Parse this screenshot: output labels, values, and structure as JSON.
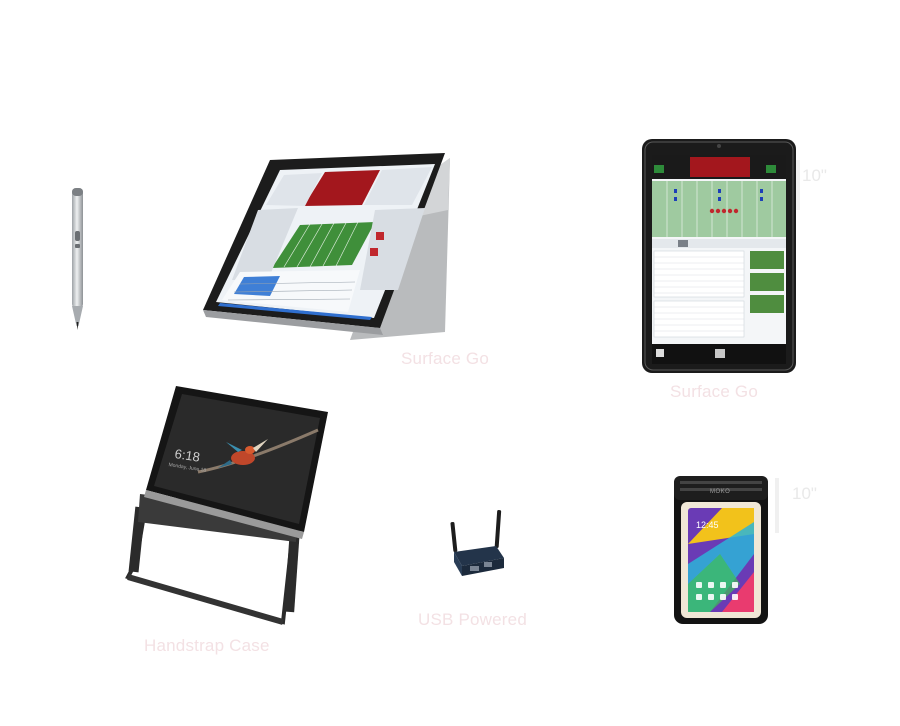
{
  "labels": {
    "surface_go_center": "Surface Go",
    "surface_go_right": "Surface Go",
    "handstrap_case": "Handstrap Case",
    "usb_powered": "USB Powered",
    "size_top": "10\"",
    "size_bottom": "10\""
  },
  "screens": {
    "lock_time": "6:18",
    "lock_date": "Monday, June 18",
    "phone_time": "12:45",
    "pouch_brand": "MOKO"
  },
  "colors": {
    "field_green": "#3f8f3a",
    "scoreboard_red": "#a3171d",
    "device_silver": "#c9cbcd",
    "device_black": "#1b1b1b"
  },
  "icons": [
    "stylus-pen-icon",
    "tablet-icon",
    "router-icon",
    "waterproof-pouch-icon"
  ]
}
